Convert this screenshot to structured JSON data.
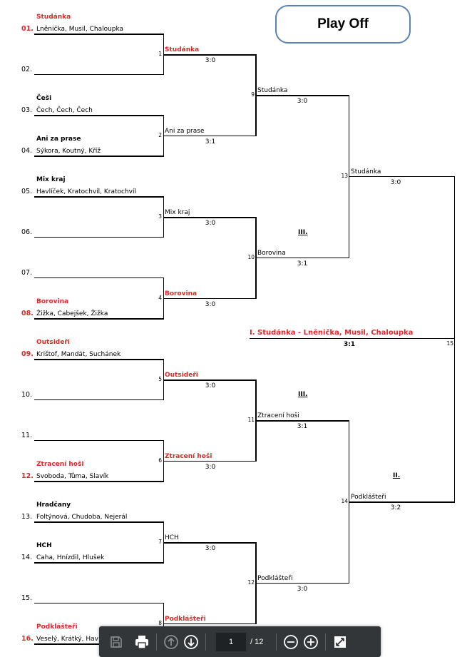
{
  "title": "Play Off",
  "teams": [
    {
      "num": "01.",
      "name": "Studánka",
      "players": "Lněnička, Musil, Chaloupka",
      "winner": true
    },
    {
      "num": "02.",
      "name": "",
      "players": "",
      "winner": false
    },
    {
      "num": "03.",
      "name": "Češi",
      "players": "Čech, Čech, Čech",
      "winner": false
    },
    {
      "num": "04.",
      "name": "Ani za prase",
      "players": "Sýkora, Koutný, Kříž",
      "winner": false
    },
    {
      "num": "05.",
      "name": "Mix kraj",
      "players": "Havlíček, Kratochvíl, Kratochvíl",
      "winner": false
    },
    {
      "num": "06.",
      "name": "",
      "players": "",
      "winner": false
    },
    {
      "num": "07.",
      "name": "",
      "players": "",
      "winner": false
    },
    {
      "num": "08.",
      "name": "Borovina",
      "players": "Žižka, Cabejšek, Žižka",
      "winner": true
    },
    {
      "num": "09.",
      "name": "Outsideři",
      "players": "Krištof, Mandát, Suchánek",
      "winner": true
    },
    {
      "num": "10.",
      "name": "",
      "players": "",
      "winner": false
    },
    {
      "num": "11.",
      "name": "",
      "players": "",
      "winner": false
    },
    {
      "num": "12.",
      "name": "Ztracení hoši",
      "players": "Svoboda, Tůma, Slavík",
      "winner": true
    },
    {
      "num": "13.",
      "name": "Hradčany",
      "players": "Foltýnová, Chudoba, Nejerál",
      "winner": false
    },
    {
      "num": "14.",
      "name": "HCH",
      "players": "Caha, Hnízdil, Hlušek",
      "winner": false
    },
    {
      "num": "15.",
      "name": "",
      "players": "",
      "winner": false
    },
    {
      "num": "16.",
      "name": "Podklášteři",
      "players": "Veselý, Krátký, Hav",
      "winner": true
    }
  ],
  "round1": [
    {
      "match": "1",
      "winner": "Studánka",
      "score": "3:0",
      "red": true
    },
    {
      "match": "2",
      "winner": "Ani za prase",
      "score": "3:1",
      "red": false
    },
    {
      "match": "3",
      "winner": "Mix kraj",
      "score": "3:0",
      "red": false
    },
    {
      "match": "4",
      "winner": "Borovina",
      "score": "3:0",
      "red": true
    },
    {
      "match": "5",
      "winner": "Outsideři",
      "score": "3:0",
      "red": true
    },
    {
      "match": "6",
      "winner": "Ztracení hoši",
      "score": "3:0",
      "red": true
    },
    {
      "match": "7",
      "winner": "HCH",
      "score": "3:0",
      "red": false
    },
    {
      "match": "8",
      "winner": "Podklášteři",
      "score": "",
      "red": true
    }
  ],
  "round2": [
    {
      "match": "9",
      "winner": "Studánka",
      "score": "3:0"
    },
    {
      "match": "10",
      "winner": "Borovina",
      "score": "3:1"
    },
    {
      "match": "11",
      "winner": "Ztracení hoši",
      "score": "3:1"
    },
    {
      "match": "12",
      "winner": "Podklášteři",
      "score": "3:0"
    }
  ],
  "round3": [
    {
      "match": "13",
      "winner": "Studánka",
      "score": "3:0"
    },
    {
      "match": "14",
      "winner": "Podklášteři",
      "score": "3:2"
    }
  ],
  "final": {
    "match": "15",
    "winner": "I. Studánka - Lněnička, Musil, Chaloupka",
    "score": "3:1"
  },
  "place_labels": {
    "third_a": "III.",
    "third_b": "III.",
    "second": "II."
  },
  "toolbar": {
    "page": "1",
    "total": "/ 12"
  },
  "colors": {
    "winner_red": "#e0282a",
    "title_border": "#5b82b8",
    "toolbar_bg": "#323639"
  }
}
